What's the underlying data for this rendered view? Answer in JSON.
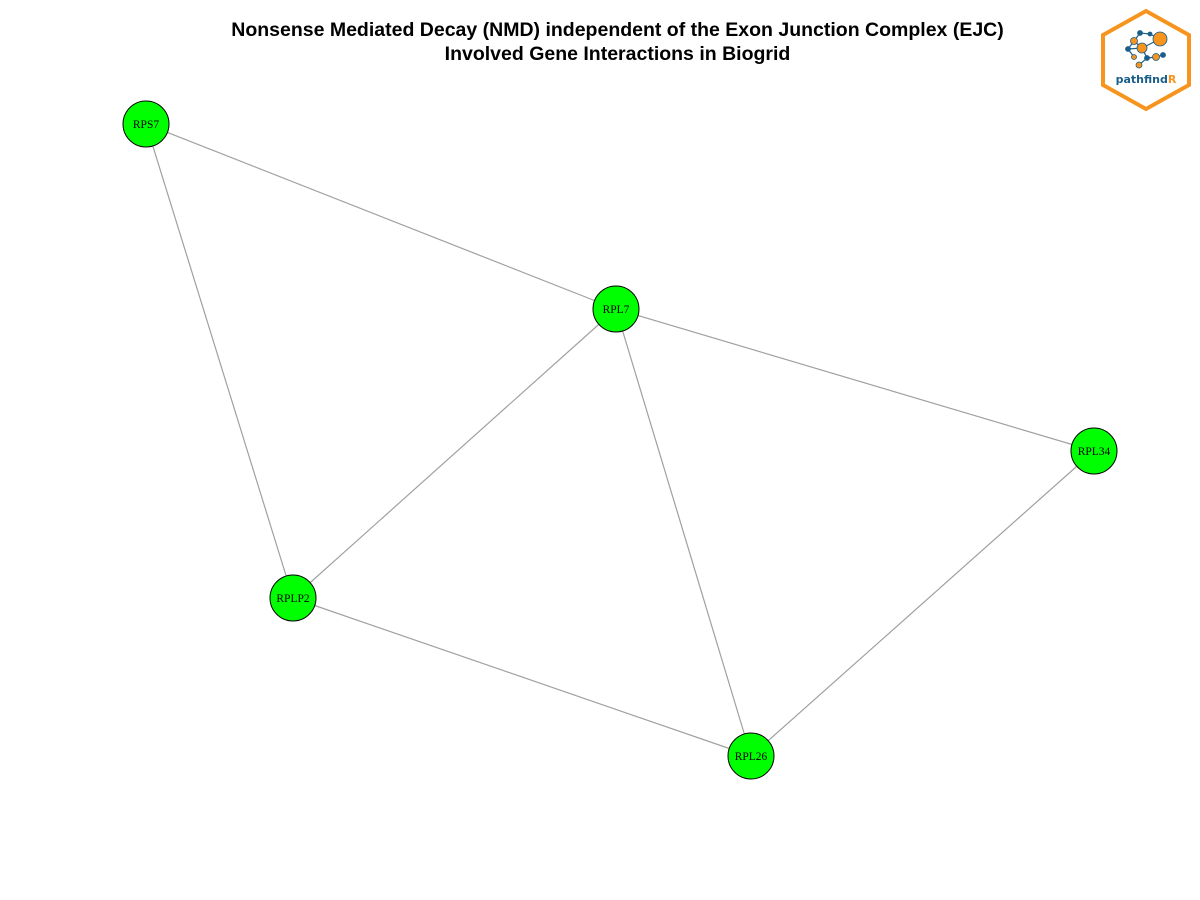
{
  "title": {
    "line1": "Nonsense Mediated Decay (NMD) independent of the Exon Junction Complex (EJC)",
    "line2": "Involved Gene Interactions in Biogrid"
  },
  "logo": {
    "text_main": "pathfind",
    "text_accent": "R",
    "border_color": "#f7941d",
    "text_color": "#1a5e8a"
  },
  "colors": {
    "node_fill": "#00ff00",
    "node_stroke": "#000000",
    "edge": "#a0a0a0"
  },
  "nodes": [
    {
      "id": "RPS7",
      "label": "RPS7"
    },
    {
      "id": "RPL7",
      "label": "RPL7"
    },
    {
      "id": "RPL34",
      "label": "RPL34"
    },
    {
      "id": "RPLP2",
      "label": "RPLP2"
    },
    {
      "id": "RPL26",
      "label": "RPL26"
    }
  ],
  "edges": [
    {
      "source": "RPS7",
      "target": "RPL7"
    },
    {
      "source": "RPS7",
      "target": "RPLP2"
    },
    {
      "source": "RPL7",
      "target": "RPLP2"
    },
    {
      "source": "RPL7",
      "target": "RPL26"
    },
    {
      "source": "RPL7",
      "target": "RPL34"
    },
    {
      "source": "RPLP2",
      "target": "RPL26"
    },
    {
      "source": "RPL34",
      "target": "RPL26"
    }
  ]
}
